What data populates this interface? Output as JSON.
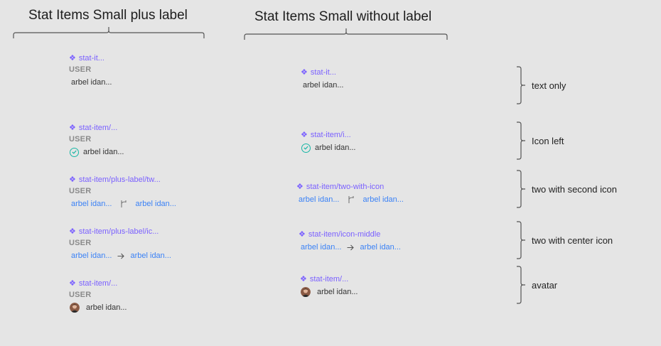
{
  "headers": {
    "left": "Stat Items Small plus label",
    "right": "Stat Items Small without label"
  },
  "left_column": [
    {
      "component": "stat-it...",
      "label": "USER",
      "value": "arbel idan..."
    },
    {
      "component": "stat-item/...",
      "label": "USER",
      "value": "arbel idan...",
      "icon": "check-circle-icon"
    },
    {
      "component": "stat-item/plus-label/tw...",
      "label": "USER",
      "value1": "arbel idan...",
      "value2": "arbel idan...",
      "icon": "branch-icon"
    },
    {
      "component": "stat-item/plus-label/ic...",
      "label": "USER",
      "value1": "arbel idan...",
      "value2": "arbel idan...",
      "icon": "arrow-right-icon"
    },
    {
      "component": "stat-item/...",
      "label": "USER",
      "value": "arbel idan...",
      "icon": "avatar"
    }
  ],
  "right_column": [
    {
      "component": "stat-it...",
      "value": "arbel idan..."
    },
    {
      "component": "stat-item/i...",
      "value": "arbel idan...",
      "icon": "check-circle-icon"
    },
    {
      "component": "stat-item/two-with-icon",
      "value1": "arbel idan...",
      "value2": "arbel idan...",
      "icon": "branch-icon"
    },
    {
      "component": "stat-item/icon-middle",
      "value1": "arbel idan...",
      "value2": "arbel idan...",
      "icon": "arrow-right-icon"
    },
    {
      "component": "stat-item/...",
      "value": "arbel idan...",
      "icon": "avatar"
    }
  ],
  "row_labels": [
    "text only",
    "Icon left",
    "two with second icon",
    "two with center icon",
    "avatar"
  ],
  "colors": {
    "background": "#e5e5e5",
    "component_name": "#7b61ff",
    "link_value": "#3b82f6",
    "check": "#17b6a5",
    "label": "#8a8a8a"
  }
}
